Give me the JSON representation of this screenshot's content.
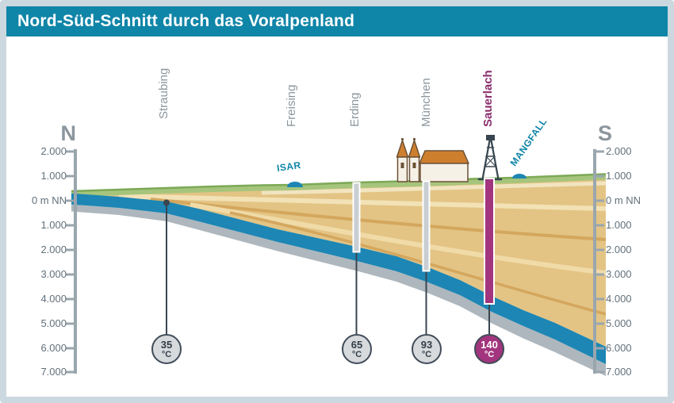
{
  "header": {
    "title": "Nord-Süd-Schnitt durch das Voralpenland"
  },
  "compass": {
    "north": "N",
    "south": "S"
  },
  "axis": {
    "unit_note": "0 m NN",
    "left_labels": [
      "2.000",
      "1.000",
      "0 m NN",
      "1.000",
      "2.000",
      "3.000",
      "4.000",
      "5.000",
      "6.000",
      "7.000"
    ],
    "right_labels": [
      "2.000",
      "1.000",
      "0 m NN",
      "1.000",
      "2.000",
      "3.000",
      "4.000",
      "5.000",
      "6.000",
      "7.000"
    ]
  },
  "cities": {
    "straubing": "Straubing",
    "freising": "Freising",
    "erding": "Erding",
    "muenchen": "München",
    "sauerlach": "Sauerlach"
  },
  "rivers": {
    "isar": "ISAR",
    "mangfall": "MANGFALL"
  },
  "boreholes": [
    {
      "city": "Straubing",
      "temperature": "35",
      "unit": "°C"
    },
    {
      "city": "Erding",
      "temperature": "65",
      "unit": "°C"
    },
    {
      "city": "München",
      "temperature": "93",
      "unit": "°C"
    },
    {
      "city": "Sauerlach",
      "temperature": "140",
      "unit": "°C"
    }
  ],
  "colors": {
    "header_background": "#0F85A8",
    "frame": "#CBD8DF",
    "aquifer_blue": "#1D86B4",
    "molasse_tan": "#E3C484",
    "surface_green": "#A6C57C",
    "basement_gray": "#AEB7BD",
    "borehole_gray": "#C9CED2",
    "borehole_magenta": "#A2357D",
    "label_gray": "#8B969D",
    "river_teal": "#0F85A8",
    "sauerlach_purple": "#8A2E6D"
  }
}
